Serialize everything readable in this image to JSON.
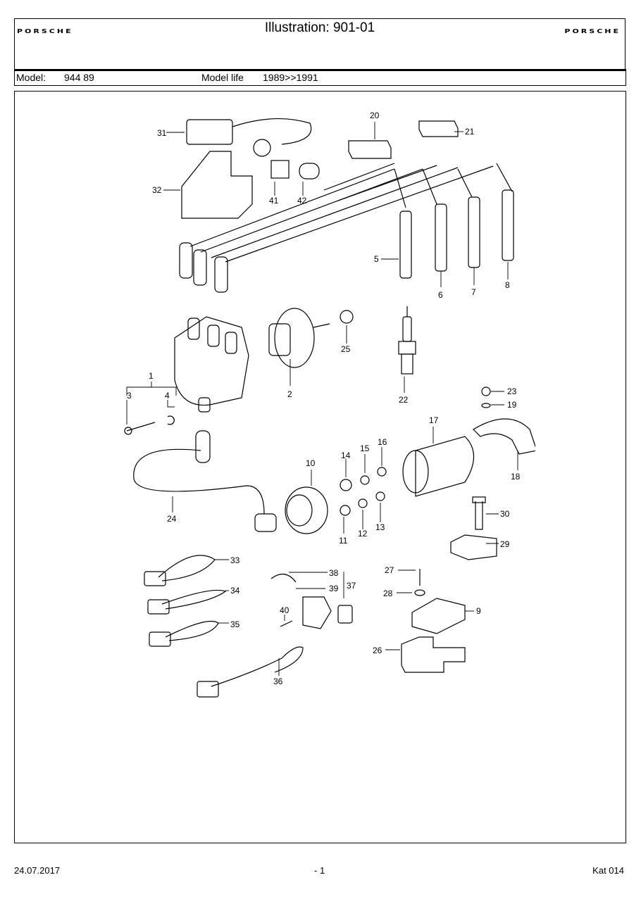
{
  "header": {
    "brand_left": "PORSCHE",
    "brand_right": "PORSCHE",
    "title": "Illustration: 901-01"
  },
  "model_row": {
    "model_label": "Model:",
    "model_value": "944 89",
    "life_label": "Model life",
    "life_value": "1989>>1991"
  },
  "callouts": [
    "1",
    "2",
    "3",
    "4",
    "5",
    "6",
    "7",
    "8",
    "9",
    "10",
    "11",
    "12",
    "13",
    "14",
    "15",
    "16",
    "17",
    "18",
    "19",
    "20",
    "21",
    "22",
    "23",
    "24",
    "25",
    "26",
    "27",
    "28",
    "29",
    "30",
    "31",
    "32",
    "33",
    "34",
    "35",
    "36",
    "37",
    "38",
    "39",
    "40",
    "41",
    "42"
  ],
  "footer": {
    "date": "24.07.2017",
    "page": "- 1",
    "catalog": "Kat 014"
  }
}
